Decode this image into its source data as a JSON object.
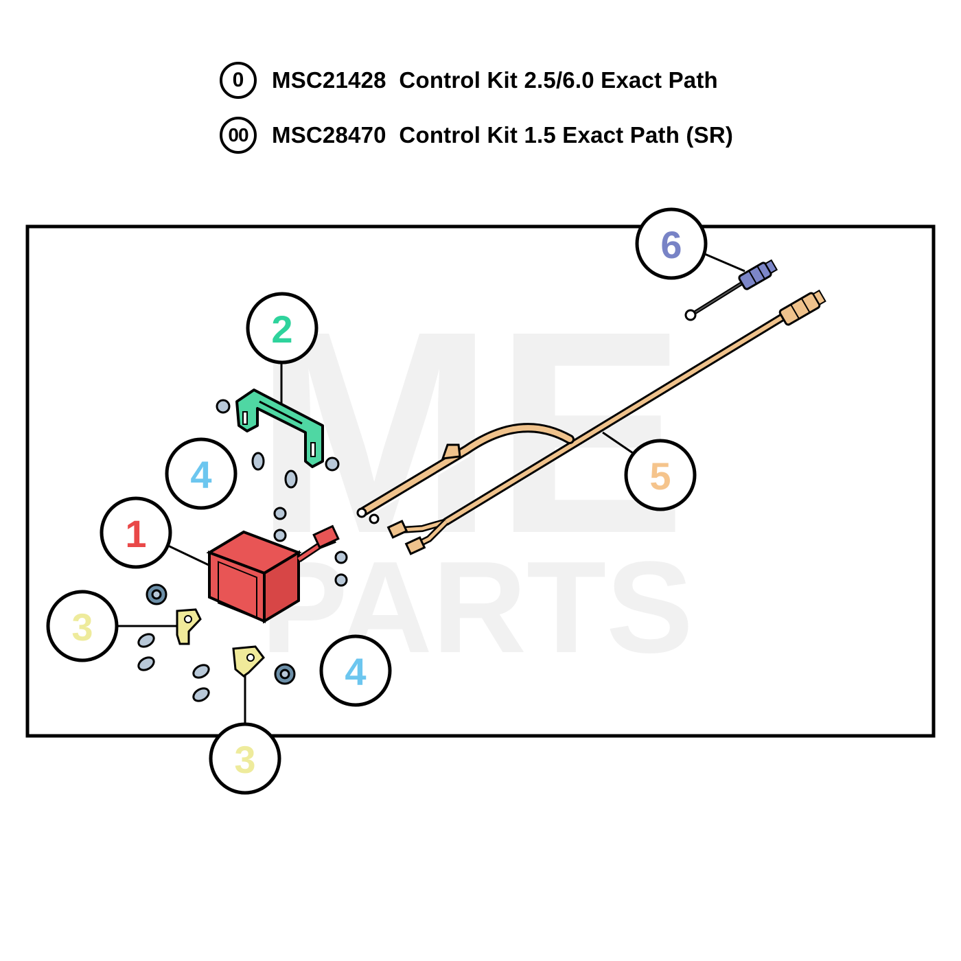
{
  "kits": [
    {
      "badge": "0",
      "text": "MSC21428  Control Kit 2.5/6.0 Exact Path"
    },
    {
      "badge": "00",
      "text": "MSC28470  Control Kit 1.5 Exact Path (SR)"
    }
  ],
  "watermark": {
    "top": "ME",
    "bottom": "PARTS"
  },
  "callouts": [
    {
      "label": "1",
      "color": "#e94848"
    },
    {
      "label": "2",
      "color": "#2ed39c"
    },
    {
      "label": "3",
      "color": "#eeeb9c"
    },
    {
      "label": "4",
      "color": "#6cc6ef"
    },
    {
      "label": "5",
      "color": "#f5c48c"
    },
    {
      "label": "6",
      "color": "#7883c6"
    }
  ],
  "part_colors": {
    "controller": "#e85555",
    "bracket": "#4fd7a3",
    "gusset": "#f0ea9a",
    "harness": "#efc28c",
    "jumper": "#7c86c8",
    "hardware": "#b8c8d8"
  }
}
